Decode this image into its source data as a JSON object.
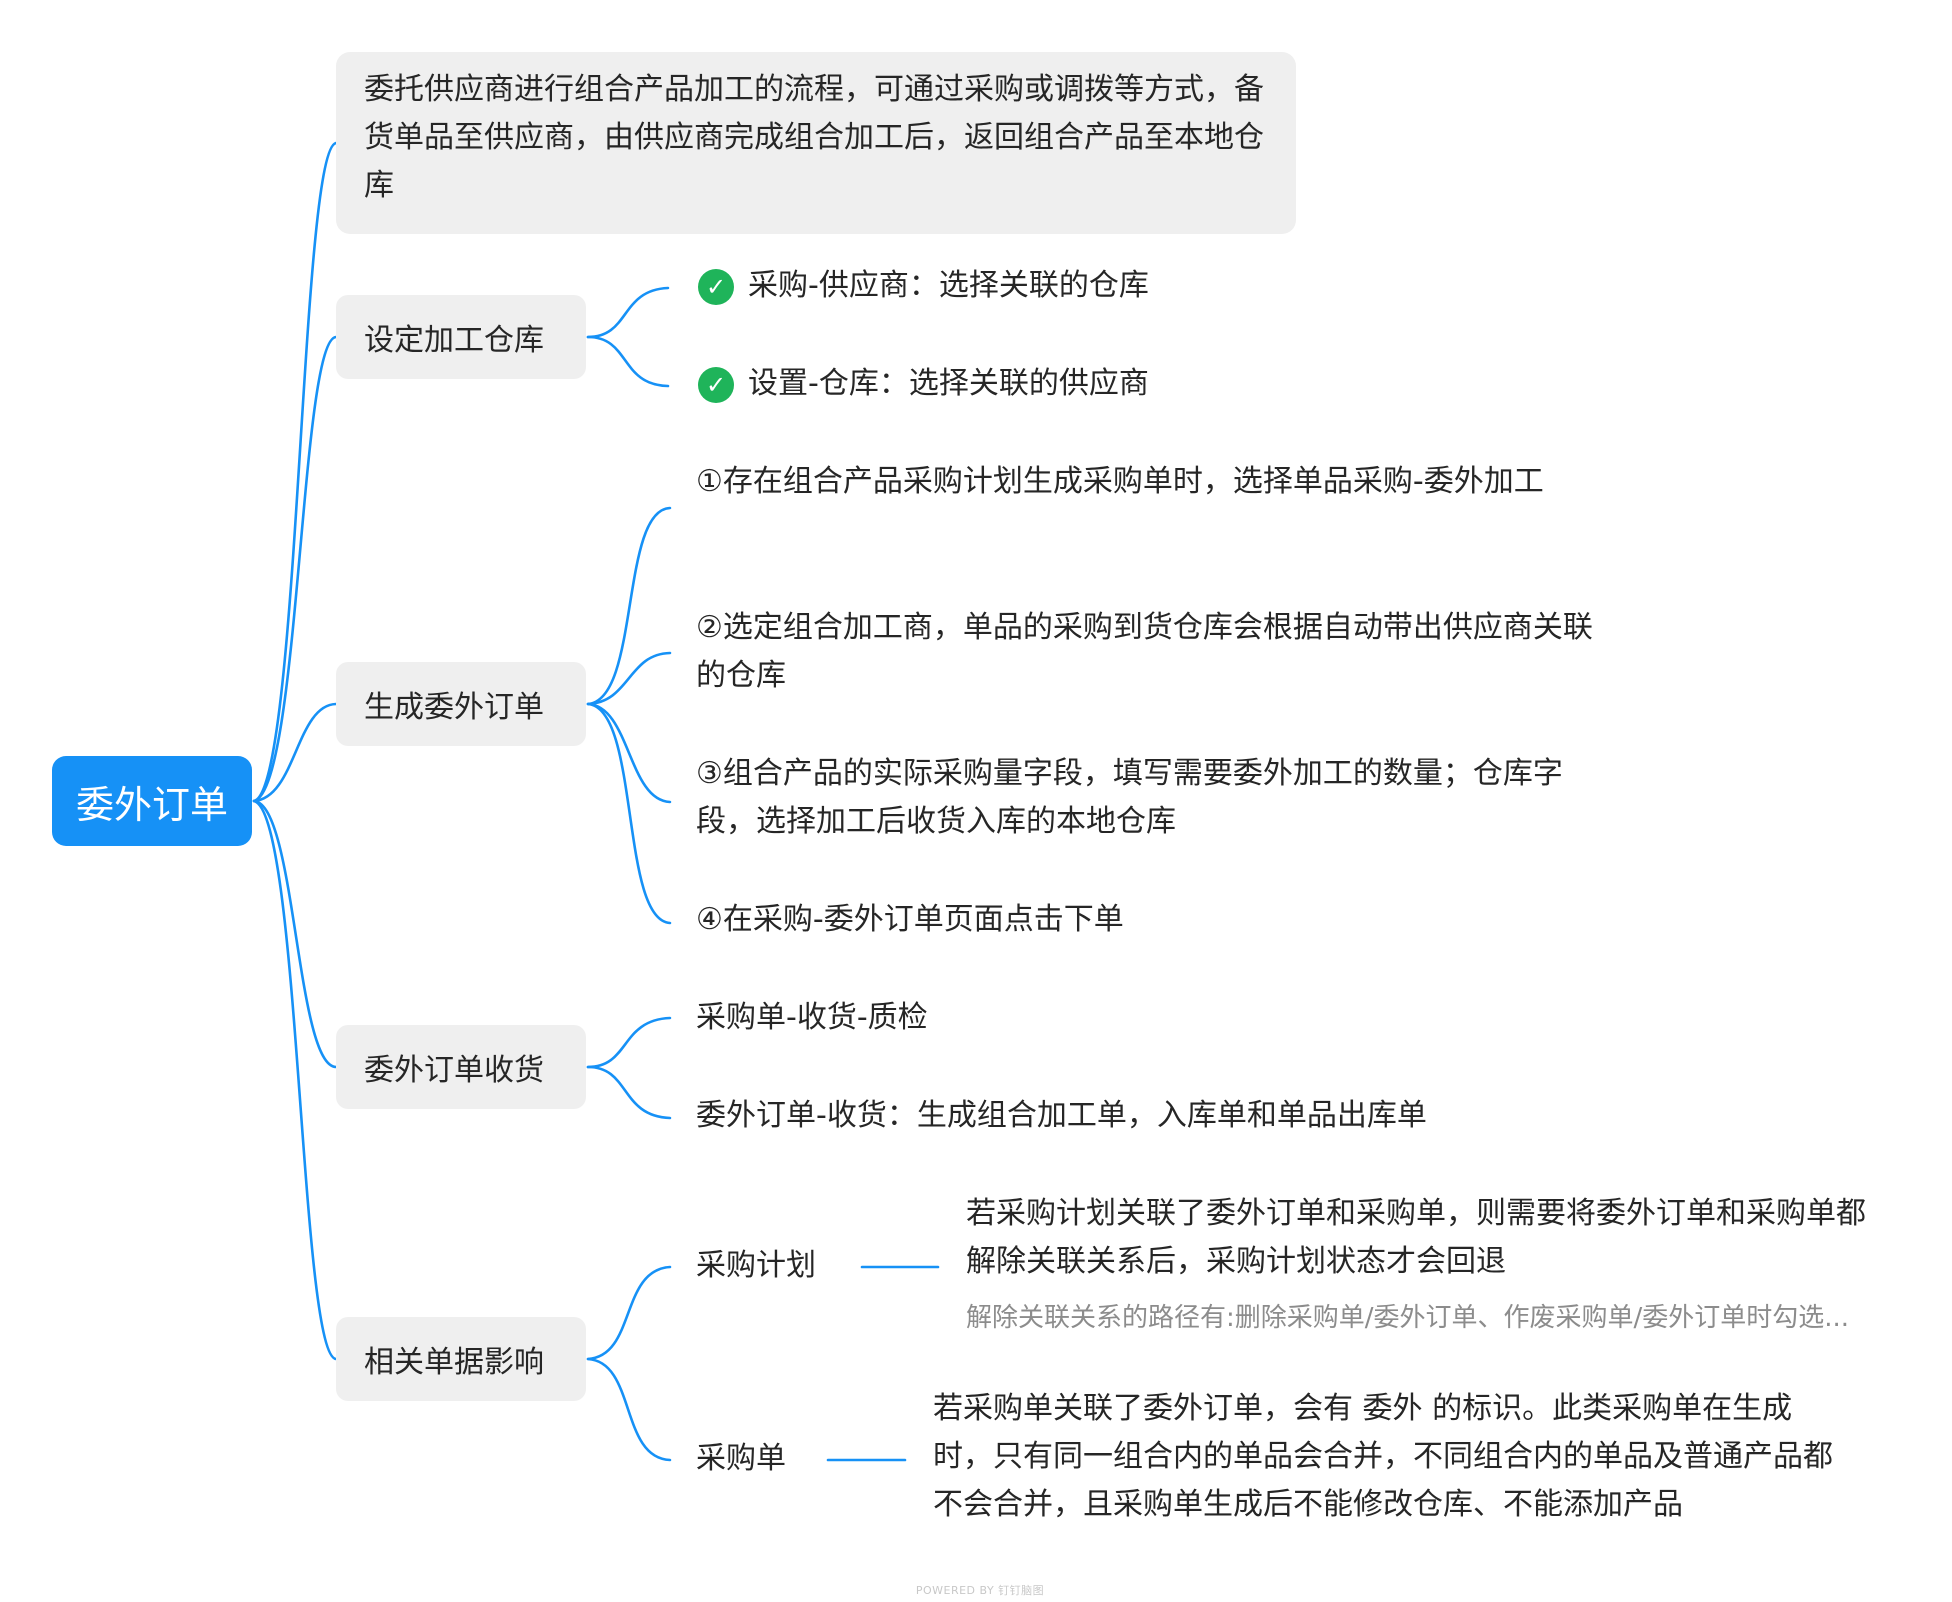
{
  "root": {
    "label": "委外订单"
  },
  "description": "委托供应商进行组合产品加工的流程，可通过采购或调拨等方式，备货单品至供应商，由供应商完成组合加工后，返回组合产品至本地仓库",
  "branches": {
    "set_warehouse": {
      "label": "设定加工仓库",
      "items": [
        "采购-供应商：选择关联的仓库",
        "设置-仓库：选择关联的供应商"
      ]
    },
    "generate_order": {
      "label": "生成委外订单",
      "items": [
        "①存在组合产品采购计划生成采购单时，选择单品采购-委外加工",
        "②选定组合加工商，单品的采购到货仓库会根据自动带出供应商关联的仓库",
        "③组合产品的实际采购量字段，填写需要委外加工的数量；仓库字段，选择加工后收货入库的本地仓库",
        "④在采购-委外订单页面点击下单"
      ]
    },
    "receive": {
      "label": "委外订单收货",
      "items": [
        "采购单-收货-质检",
        "委外订单-收货：生成组合加工单，入库单和单品出库单"
      ]
    },
    "related_docs": {
      "label": "相关单据影响",
      "purchase_plan": {
        "label": "采购计划",
        "detail": "若采购计划关联了委外订单和采购单，则需要将委外订单和采购单都解除关联关系后，采购计划状态才会回退",
        "note": "解除关联关系的路径有:删除采购单/委外订单、作废采购单/委外订单时勾选..."
      },
      "purchase_order": {
        "label": "采购单",
        "detail": "若采购单关联了委外订单，会有 委外 的标识。此类采购单在生成时，只有同一组合内的单品会合并，不同组合内的单品及普通产品都不会合并，且采购单生成后不能修改仓库、不能添加产品"
      }
    }
  },
  "footer": "POWERED BY 钉钉脑图",
  "colors": {
    "root_fill": "#1691f6",
    "branch_fill": "#efefef",
    "link": "#1691f6",
    "check": "#1fb45a",
    "note_text": "#8c8c8c"
  },
  "icons": {
    "done": "check-circle-icon"
  }
}
